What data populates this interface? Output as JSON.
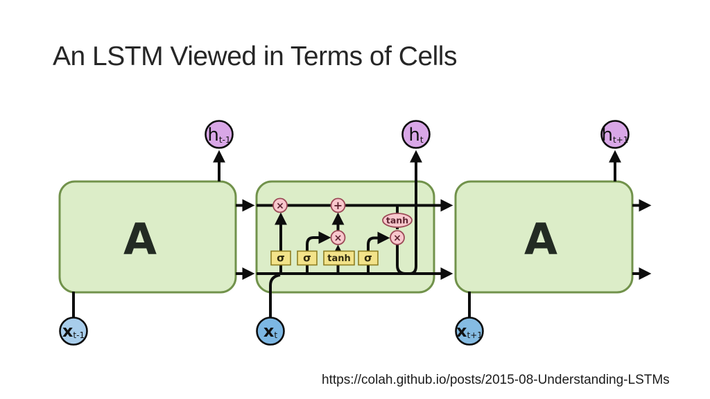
{
  "slide": {
    "title": "An LSTM Viewed in Terms of Cells",
    "footer_url": "https://colah.github.io/posts/2015-08-Understanding-LSTMs"
  },
  "diagram": {
    "cell_label": "A",
    "outputs": [
      {
        "base": "h",
        "sub": "t-1"
      },
      {
        "base": "h",
        "sub": "t"
      },
      {
        "base": "h",
        "sub": "t+1"
      }
    ],
    "inputs": [
      {
        "base": "x",
        "sub": "t-1"
      },
      {
        "base": "x",
        "sub": "t"
      },
      {
        "base": "x",
        "sub": "t+1"
      }
    ],
    "gates": [
      {
        "label": "σ"
      },
      {
        "label": "σ"
      },
      {
        "label": "tanh"
      },
      {
        "label": "σ"
      }
    ],
    "operations": {
      "forget_mul": "×",
      "state_add": "+",
      "input_mul": "×",
      "output_tanh": "tanh",
      "output_mul": "×"
    },
    "colors": {
      "cell_fill": "#dcedc8",
      "cell_border": "#71924b",
      "gate_fill": "#f3e38a",
      "gate_border": "#8e7e22",
      "op_fill": "#f8c7cd",
      "op_border": "#9c4a57",
      "hidden_node_fill": "#d9a7e7",
      "input_node_fill": "#8fc1e9",
      "line": "#0d0d0d"
    }
  }
}
